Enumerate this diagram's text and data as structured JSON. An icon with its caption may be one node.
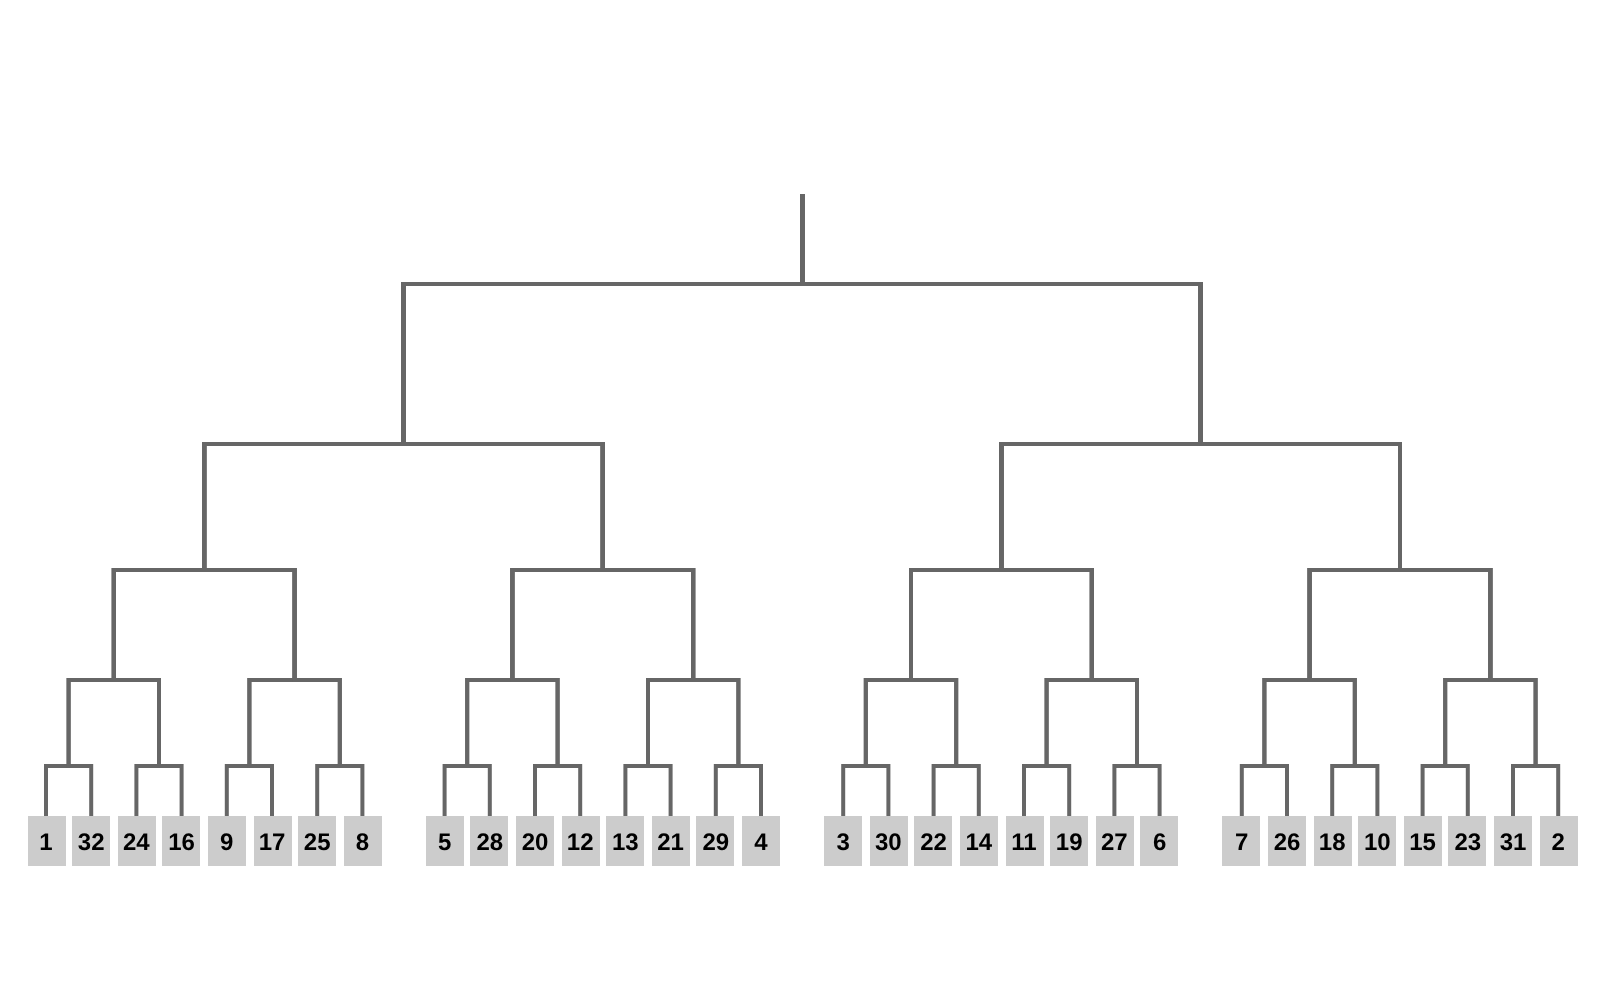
{
  "diagram": {
    "nodes": [
      {
        "text": [
          "1"
        ]
      },
      {
        "text": [
          "32"
        ]
      },
      {
        "text": [
          "24"
        ]
      },
      {
        "text": [
          "16"
        ]
      },
      {
        "text": [
          "9"
        ]
      },
      {
        "text": [
          "17"
        ]
      },
      {
        "text": [
          "25"
        ]
      },
      {
        "text": [
          "8"
        ]
      },
      {
        "text": [
          "5"
        ]
      },
      {
        "text": [
          "28"
        ]
      },
      {
        "text": [
          "20"
        ]
      },
      {
        "text": [
          "12"
        ]
      },
      {
        "text": [
          "13"
        ]
      },
      {
        "text": [
          "21"
        ]
      },
      {
        "text": [
          "29"
        ]
      },
      {
        "text": [
          "4"
        ]
      },
      {
        "text": [
          "3"
        ]
      },
      {
        "text": [
          "30"
        ]
      },
      {
        "text": [
          "22"
        ]
      },
      {
        "text": [
          "14"
        ]
      },
      {
        "text": [
          "11"
        ]
      },
      {
        "text": [
          "19"
        ]
      },
      {
        "text": [
          "27"
        ]
      },
      {
        "text": [
          "6"
        ]
      },
      {
        "text": [
          "7"
        ]
      },
      {
        "text": [
          "26"
        ]
      },
      {
        "text": [
          "18"
        ]
      },
      {
        "text": [
          "10"
        ]
      },
      {
        "text": [
          "15"
        ]
      },
      {
        "text": [
          "23"
        ]
      },
      {
        "text": [
          "31"
        ]
      },
      {
        "text": [
          "2"
        ]
      }
    ],
    "edges": [
      {
        "from": 0,
        "to": null,
        "arrow": "none"
      },
      {
        "from": 1,
        "to": null,
        "arrow": "none"
      },
      {
        "from": 2,
        "to": null,
        "arrow": "none"
      },
      {
        "from": 3,
        "to": null,
        "arrow": "none"
      },
      {
        "from": 4,
        "to": null,
        "arrow": "none"
      },
      {
        "from": 5,
        "to": null,
        "arrow": "none"
      },
      {
        "from": 6,
        "to": null,
        "arrow": "none"
      },
      {
        "from": 7,
        "to": null,
        "arrow": "none"
      },
      {
        "from": 8,
        "to": null,
        "arrow": "none"
      },
      {
        "from": 9,
        "to": null,
        "arrow": "none"
      },
      {
        "from": 10,
        "to": null,
        "arrow": "none"
      },
      {
        "from": 11,
        "to": null,
        "arrow": "none"
      },
      {
        "from": 12,
        "to": null,
        "arrow": "none"
      },
      {
        "from": 13,
        "to": null,
        "arrow": "none"
      },
      {
        "from": 14,
        "to": null,
        "arrow": "none"
      },
      {
        "from": 15,
        "to": null,
        "arrow": "none"
      },
      {
        "from": 16,
        "to": null,
        "arrow": "none"
      },
      {
        "from": 17,
        "to": null,
        "arrow": "none"
      },
      {
        "from": 18,
        "to": null,
        "arrow": "none"
      },
      {
        "from": 19,
        "to": null,
        "arrow": "none"
      },
      {
        "from": 20,
        "to": null,
        "arrow": "none"
      },
      {
        "from": 21,
        "to": null,
        "arrow": "none"
      },
      {
        "from": 22,
        "to": null,
        "arrow": "none"
      },
      {
        "from": 23,
        "to": null,
        "arrow": "none"
      },
      {
        "from": 24,
        "to": null,
        "arrow": "none"
      },
      {
        "from": 25,
        "to": null,
        "arrow": "none"
      },
      {
        "from": 26,
        "to": null,
        "arrow": "none"
      },
      {
        "from": 27,
        "to": null,
        "arrow": "none"
      },
      {
        "from": 28,
        "to": null,
        "arrow": "none"
      },
      {
        "from": 29,
        "to": null,
        "arrow": "none"
      },
      {
        "from": 30,
        "to": null,
        "arrow": "none"
      },
      {
        "from": 31,
        "to": null,
        "arrow": "none"
      }
    ]
  }
}
